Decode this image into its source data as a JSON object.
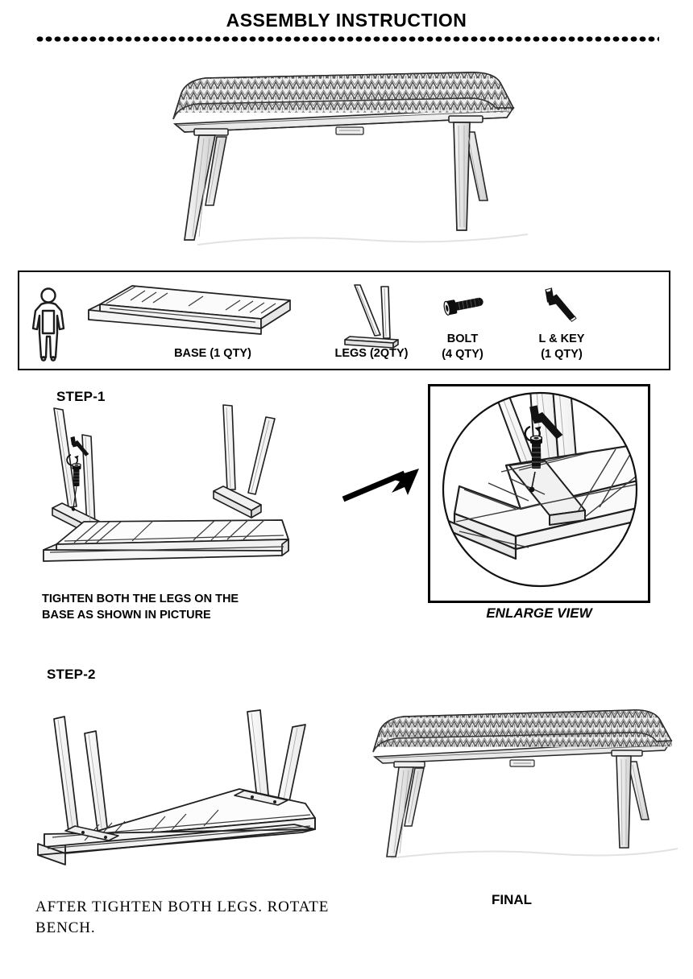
{
  "document": {
    "title": "ASSEMBLY INSTRUCTION",
    "type": "furniture-assembly-instruction-sheet",
    "product": "upholstered wooden bench"
  },
  "colors": {
    "ink": "#000000",
    "page": "#ffffff",
    "line": "#222222",
    "shade_light": "#f2f2f2",
    "shade_mid": "#d8d8d8",
    "shade_dark": "#9a9a9a"
  },
  "hero": {
    "name": "assembled-bench-illustration",
    "alt": "Line drawing of a finished upholstered bench with chevron patterned seat on four splayed tapered legs"
  },
  "parts_box": {
    "name": "parts-and-hardware-list",
    "items": [
      {
        "icon": "person-icon",
        "label": "",
        "note": "one-person-assembly"
      },
      {
        "icon": "base-panel-icon",
        "label": "BASE (1 QTY)",
        "qty": 1
      },
      {
        "icon": "leg-pair-icon",
        "label": "LEGS (2QTY)",
        "qty": 2
      },
      {
        "icon": "bolt-icon",
        "label": "BOLT\n(4 QTY)",
        "qty": 4
      },
      {
        "icon": "allen-key-icon",
        "label": "L & KEY\n(1 QTY)",
        "qty": 1
      }
    ]
  },
  "steps": [
    {
      "heading": "STEP-1",
      "caption": "TIGHTEN BOTH THE LEGS ON THE\nBASE AS SHOWN IN PICTURE",
      "illustration": "base-with-two-leg-assemblies-exploded",
      "arrow": "arrow-to-enlarge-view"
    },
    {
      "heading": "STEP-2",
      "caption": "AFTER TIGHTEN BOTH LEGS. ROTATE\nBENCH.",
      "illustration": "bench-upside-down-with-legs-attached"
    }
  ],
  "enlarge_view": {
    "label": "ENLARGE VIEW",
    "illustration": "circular-detail-of-bolt-and-allen-key-at-leg-mount"
  },
  "final": {
    "label": "FINAL",
    "illustration": "finished-bench-right-side-up"
  }
}
